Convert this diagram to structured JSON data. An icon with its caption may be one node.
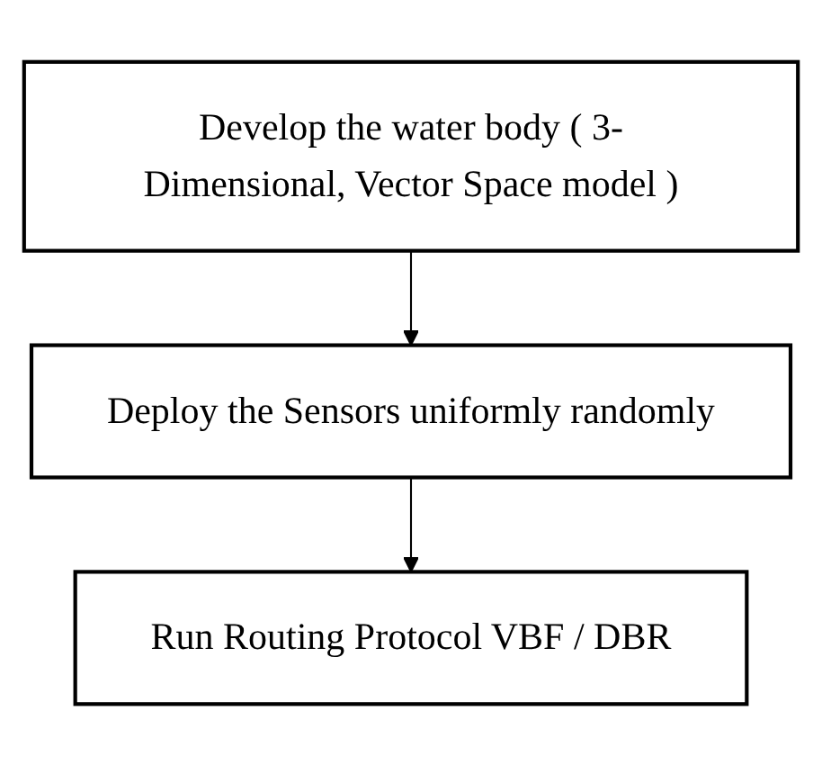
{
  "diagram": {
    "nodes": [
      {
        "text": [
          "Develop the water body ( 3-Dimensional, Vector Space model )"
        ]
      },
      {
        "text": [
          "Deploy the Sensors uniformly randomly"
        ]
      },
      {
        "text": [
          "Run Routing Protocol VBF / DBR"
        ]
      }
    ],
    "edges": [
      {
        "from": 0,
        "to": 1,
        "arrow": "to"
      },
      {
        "from": 1,
        "to": 2,
        "arrow": "to"
      }
    ]
  }
}
